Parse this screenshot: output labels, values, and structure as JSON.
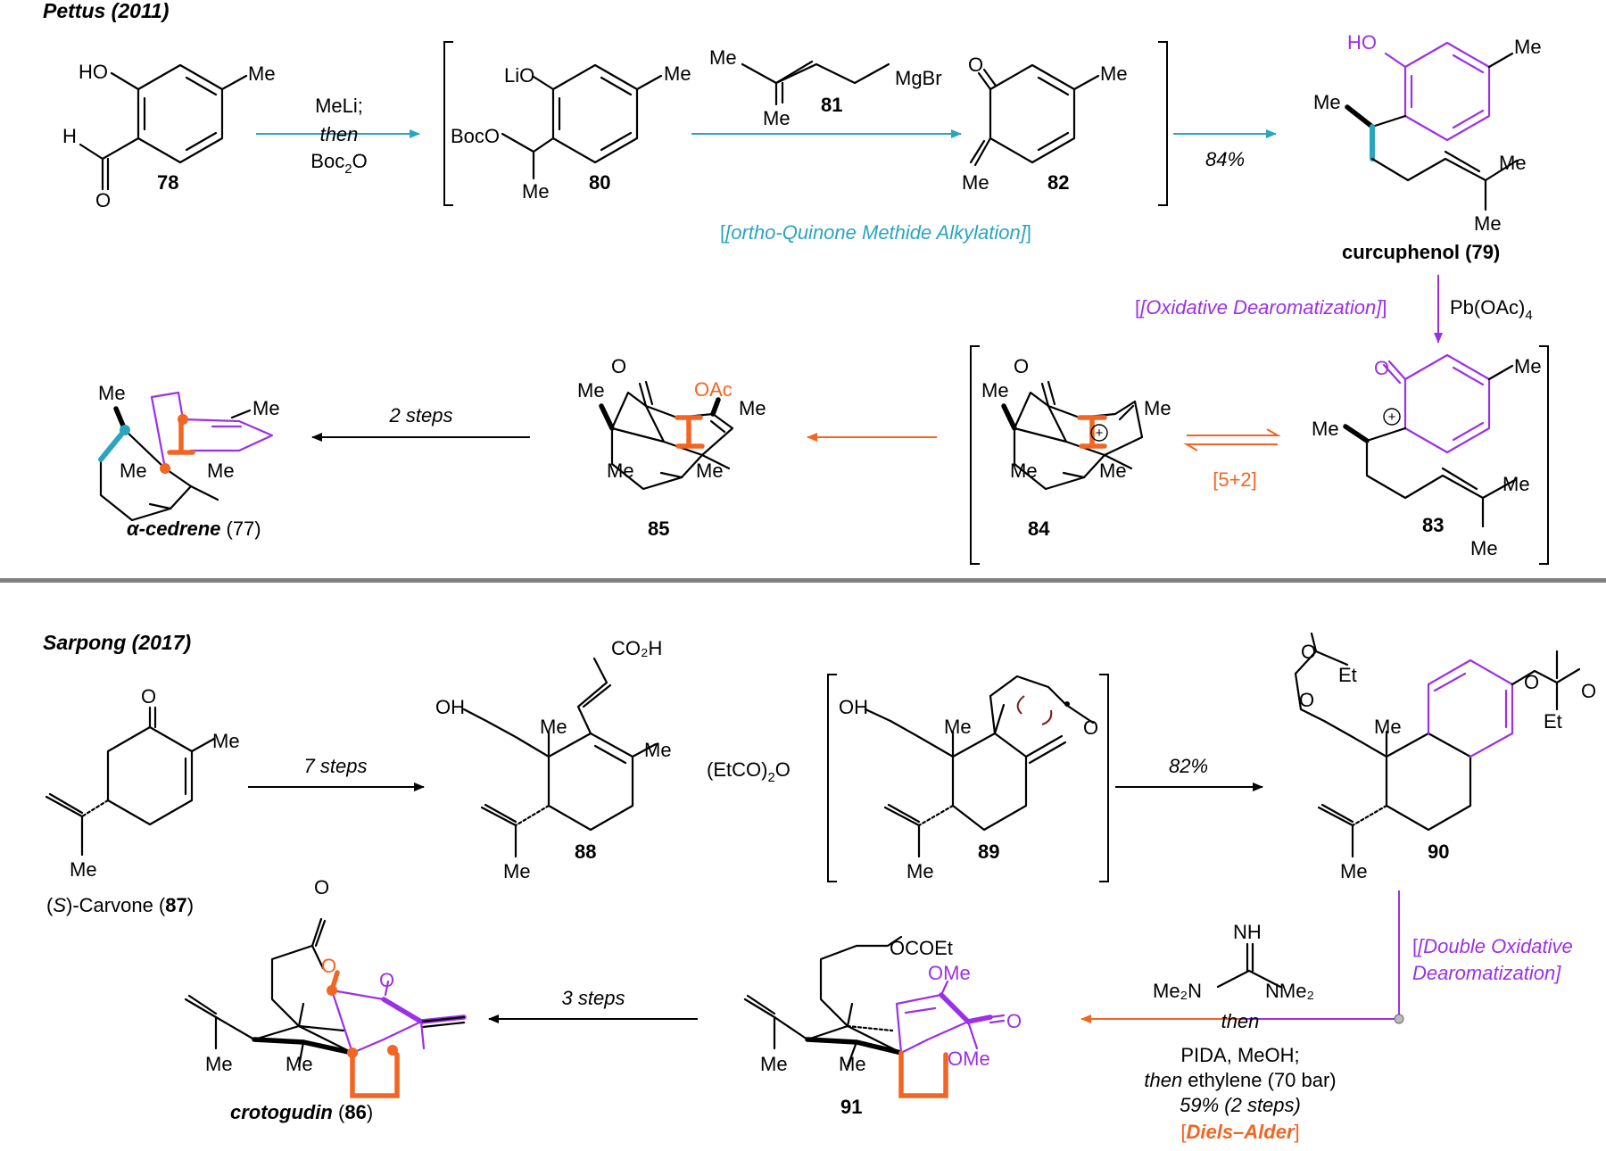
{
  "colors": {
    "teal": "#2aa5bd",
    "purple": "#9b30e8",
    "orange": "#f26522",
    "divider": "#808080",
    "black": "#000000"
  },
  "pettus": {
    "header": "Pettus (2011)",
    "c78": {
      "num": "78",
      "ho": "HO",
      "me": "Me",
      "h": "H",
      "o": "O"
    },
    "step1": {
      "line1": "MeLi;",
      "line2": "then",
      "line3a": "Boc",
      "line3sub": "2",
      "line3b": "O"
    },
    "c80": {
      "num": "80",
      "lio": "LiO",
      "me": "Me",
      "boco": "BocO",
      "me2": "Me"
    },
    "c81": {
      "num": "81",
      "me1": "Me",
      "me2": "Me",
      "mgbr": "MgBr"
    },
    "c82": {
      "num": "82",
      "o": "O",
      "me": "Me",
      "me2": "Me"
    },
    "teal_caption": "[ortho-Quinone Methide Alkylation]",
    "yield1": "84%",
    "c79": {
      "ho": "HO",
      "me": "Me",
      "me_side": "Me",
      "me_a": "Me",
      "me_b": "Me",
      "name_bold": "curcuphenol",
      "name_num": " (79)"
    },
    "oxid": {
      "caption": "[Oxidative Dearomatization]",
      "reagent_a": "Pb(OAc)",
      "reagent_sub": "4"
    },
    "c83": {
      "num": "83",
      "o": "O",
      "me": "Me",
      "me_side": "Me",
      "me_a": "Me",
      "me_b": "Me",
      "plus": "+"
    },
    "cyclo": "[5+2]",
    "c84": {
      "num": "84",
      "o": "O",
      "me1": "Me",
      "me2": "Me",
      "me3": "Me",
      "me4": "Me",
      "plus": "+"
    },
    "c85": {
      "num": "85",
      "o": "O",
      "oac": "OAc",
      "me1": "Me",
      "me2": "Me",
      "me3": "Me",
      "me4": "Me"
    },
    "step_cedrene": "2 steps",
    "c77": {
      "me1": "Me",
      "me2": "Me",
      "me3": "Me",
      "me4": "Me",
      "name_greek": "α",
      "name_bold": "-cedrene",
      "name_num": " (77)"
    }
  },
  "sarpong": {
    "header": "Sarpong (2017)",
    "c87": {
      "o": "O",
      "me": "Me",
      "me2": "Me",
      "name_a": "(",
      "name_s": "S",
      "name_b": ")-Carvone (",
      "name_num": "87",
      "name_c": ")"
    },
    "step_7": "7 steps",
    "c88": {
      "num": "88",
      "co2h": "CO₂H",
      "oh": "OH",
      "me1": "Me",
      "me2": "Me",
      "me3": "Me"
    },
    "reagent_anh_a": "(EtCO)",
    "reagent_anh_sub": "2",
    "reagent_anh_b": "O",
    "c89": {
      "num": "89",
      "oh": "OH",
      "o": "O",
      "me1": "Me",
      "me2": "Me"
    },
    "yield82": "82%",
    "c90": {
      "num": "90",
      "o1": "O",
      "o2": "O",
      "et1": "Et",
      "o3": "O",
      "o4": "O",
      "et2": "Et",
      "me1": "Me",
      "me2": "Me"
    },
    "double_caption_1": "[Double Oxidative",
    "double_caption_2": "Dearomatization]",
    "guan": {
      "nh": "NH",
      "me2n": "Me₂N",
      "nme2": "NMe₂"
    },
    "cond_then": "then",
    "cond_pida": "PIDA, MeOH;",
    "cond_then2": "then",
    "cond_eth": " ethylene (70 bar)",
    "cond_yield": "59% (2 steps)",
    "cond_da": "Diels–Alder",
    "c91": {
      "num": "91",
      "ocoet": "OCOEt",
      "ome1": "OMe",
      "ome2": "OMe",
      "o": "O",
      "me1": "Me",
      "me2": "Me"
    },
    "step_3": "3 steps",
    "c86": {
      "o1": "O",
      "o2": "O",
      "o3": "O",
      "me1": "Me",
      "me2": "Me",
      "name_bold": "crotogudin",
      "name_num_a": " (",
      "name_num": "86",
      "name_num_b": ")"
    }
  }
}
